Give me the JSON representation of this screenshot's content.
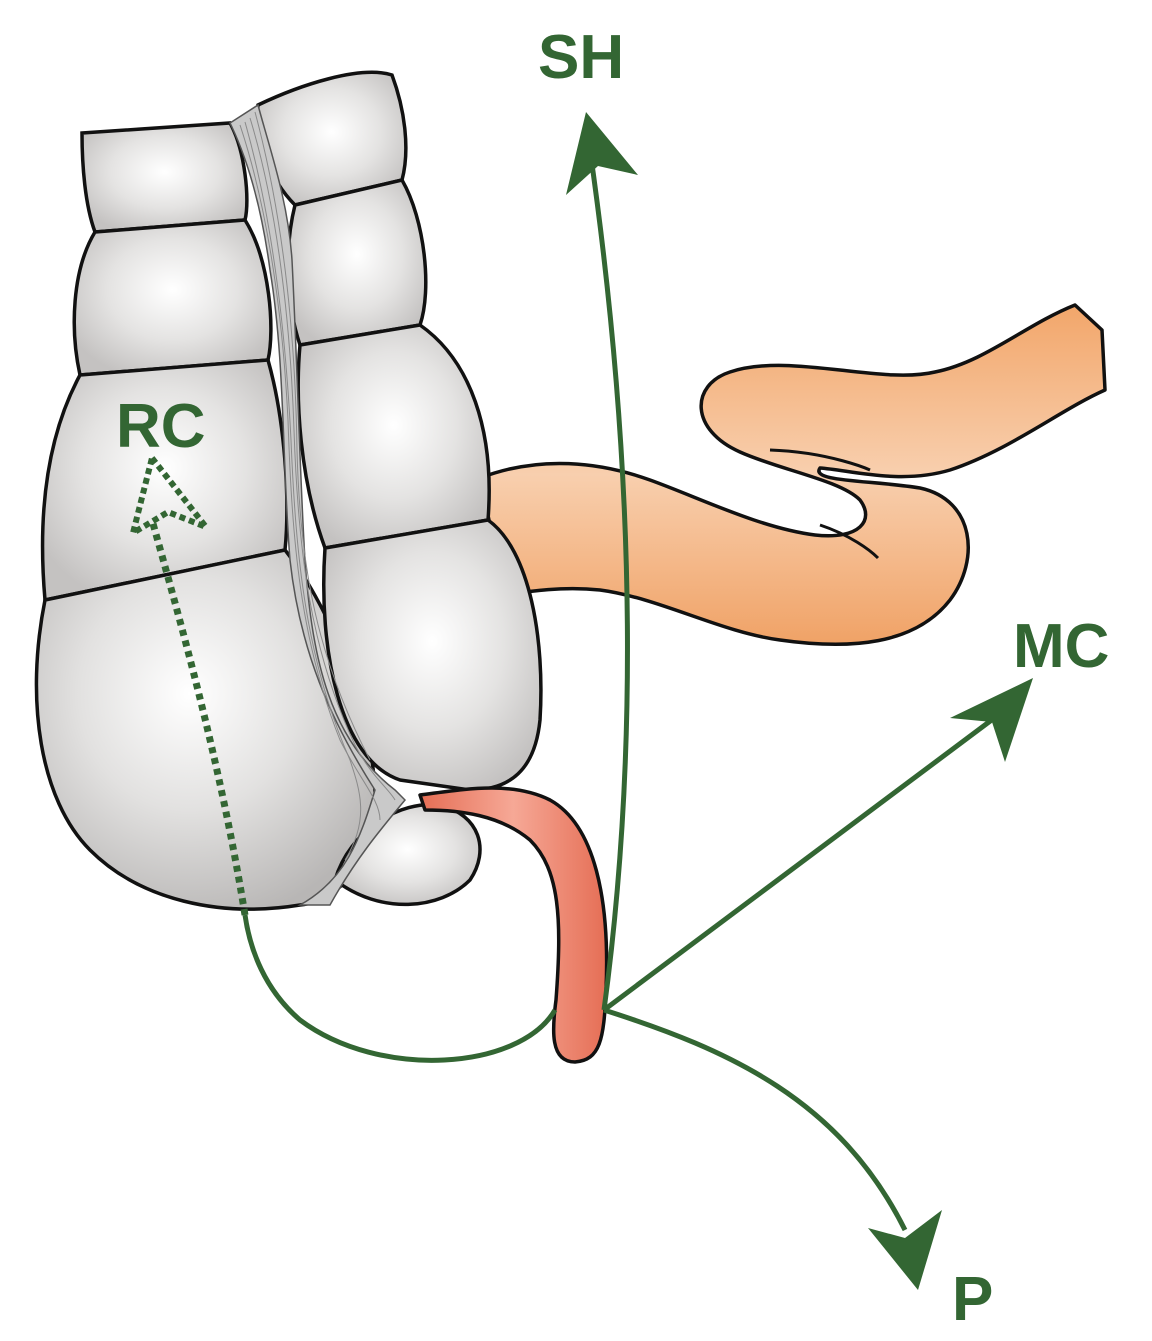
{
  "diagram": {
    "labels": {
      "subhepatic": "SH",
      "retrocecal": "RC",
      "medial_cecal": "MC",
      "pelvic": "P"
    },
    "colors": {
      "arrow_green": "#336633",
      "cecum_gray": "#d6d6d6",
      "ileum_orange": "#f0a870",
      "appendix_red": "#e87a63",
      "outline": "#111111"
    },
    "structures": [
      "cecum-ascending-colon",
      "terminal-ileum",
      "appendix"
    ],
    "arrow_styles": {
      "retrocecal": "dotted",
      "others": "solid"
    }
  }
}
